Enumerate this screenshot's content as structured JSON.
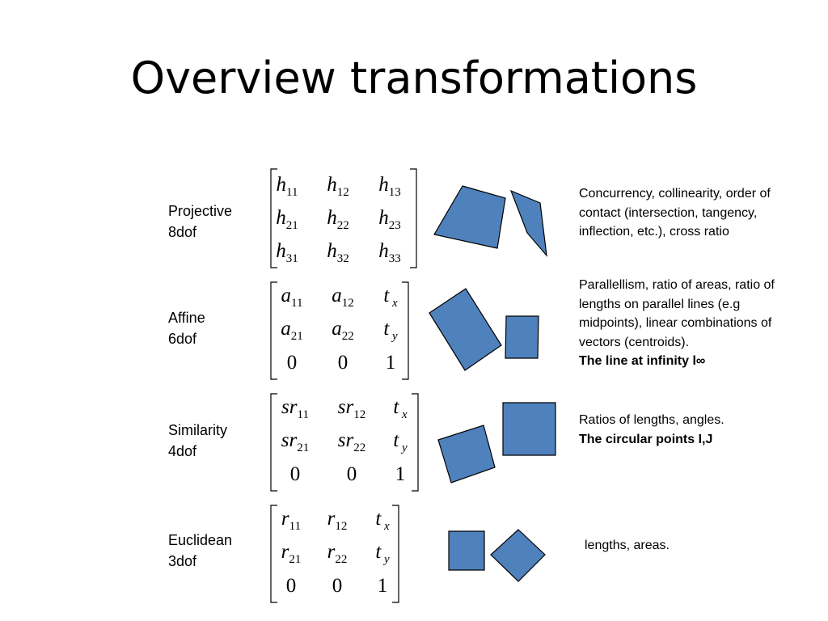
{
  "title": "Overview transformations",
  "rows": [
    {
      "name": "Projective",
      "dof": "8dof",
      "matrix": [
        [
          {
            "base": "h",
            "sub": "11"
          },
          {
            "base": "h",
            "sub": "12"
          },
          {
            "base": "h",
            "sub": "13"
          }
        ],
        [
          {
            "base": "h",
            "sub": "21"
          },
          {
            "base": "h",
            "sub": "22"
          },
          {
            "base": "h",
            "sub": "23"
          }
        ],
        [
          {
            "base": "h",
            "sub": "31"
          },
          {
            "base": "h",
            "sub": "32"
          },
          {
            "base": "h",
            "sub": "33"
          }
        ]
      ],
      "invariants": [
        "Concurrency, collinearity, order of contact (intersection, tangency, inflection, etc.), cross ratio"
      ],
      "invariants_bold": ""
    },
    {
      "name": "Affine",
      "dof": "6dof",
      "matrix": [
        [
          {
            "base": "a",
            "sub": "11"
          },
          {
            "base": "a",
            "sub": "12"
          },
          {
            "base": "t",
            "sub": "x"
          }
        ],
        [
          {
            "base": "a",
            "sub": "21"
          },
          {
            "base": "a",
            "sub": "22"
          },
          {
            "base": "t",
            "sub": "y"
          }
        ],
        [
          {
            "plain": "0"
          },
          {
            "plain": "0"
          },
          {
            "plain": "1"
          }
        ]
      ],
      "invariants": [
        "Parallellism, ratio of areas, ratio of lengths on parallel lines (e.g midpoints), linear combinations of vectors (centroids)."
      ],
      "invariants_bold": "The line at infinity l∞"
    },
    {
      "name": "Similarity",
      "dof": "4dof",
      "matrix": [
        [
          {
            "base": "sr",
            "sub": "11"
          },
          {
            "base": "sr",
            "sub": "12"
          },
          {
            "base": "t",
            "sub": "x"
          }
        ],
        [
          {
            "base": "sr",
            "sub": "21"
          },
          {
            "base": "sr",
            "sub": "22"
          },
          {
            "base": "t",
            "sub": "y"
          }
        ],
        [
          {
            "plain": "0"
          },
          {
            "plain": "0"
          },
          {
            "plain": "1"
          }
        ]
      ],
      "invariants": [
        "Ratios of lengths, angles."
      ],
      "invariants_bold": "The circular points I,J"
    },
    {
      "name": "Euclidean",
      "dof": "3dof",
      "matrix": [
        [
          {
            "base": "r",
            "sub": "11"
          },
          {
            "base": "r",
            "sub": "12"
          },
          {
            "base": "t",
            "sub": "x"
          }
        ],
        [
          {
            "base": "r",
            "sub": "21"
          },
          {
            "base": "r",
            "sub": "22"
          },
          {
            "base": "t",
            "sub": "y"
          }
        ],
        [
          {
            "plain": "0"
          },
          {
            "plain": "0"
          },
          {
            "plain": "1"
          }
        ]
      ],
      "invariants": [
        "lengths, areas."
      ],
      "invariants_bold": ""
    }
  ],
  "colors": {
    "shape_fill": "#4f81bd",
    "shape_stroke": "#000000"
  }
}
